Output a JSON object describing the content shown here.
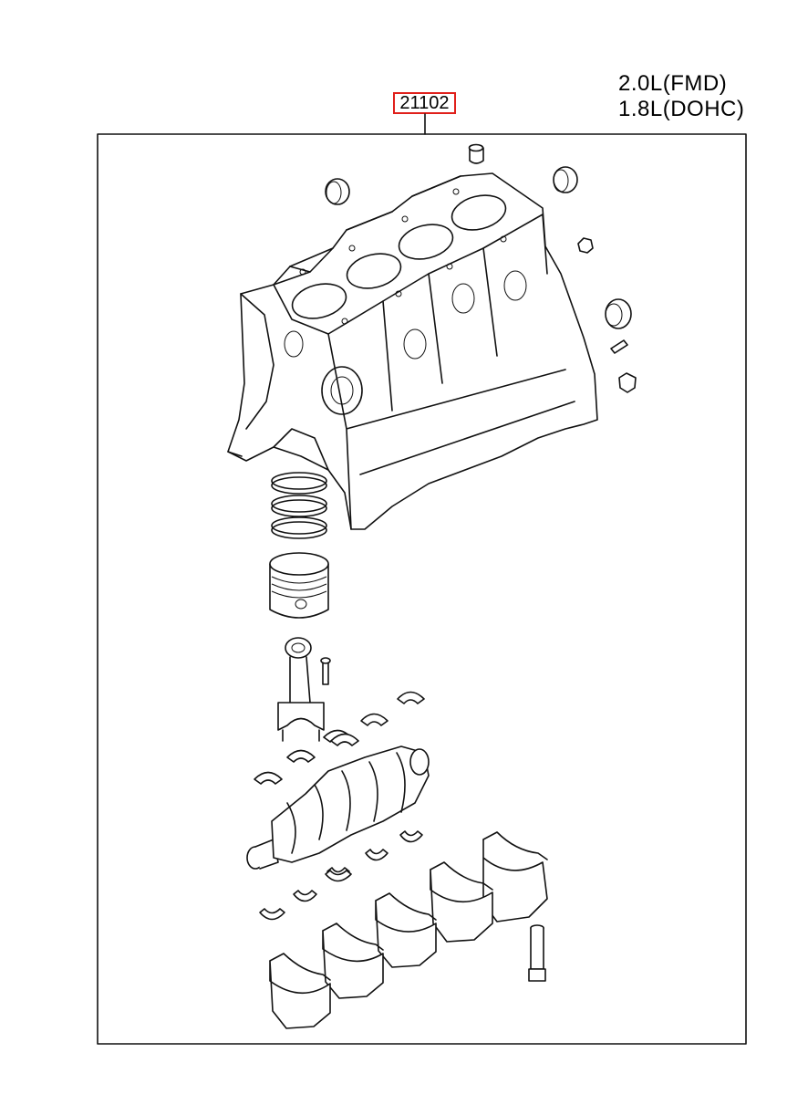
{
  "diagram": {
    "part_number": "21102",
    "engine_specs": [
      "2.0L(FMD)",
      "1.8L(DOHC)"
    ],
    "colors": {
      "highlight_border": "#e0201b",
      "line": "#111111"
    }
  }
}
